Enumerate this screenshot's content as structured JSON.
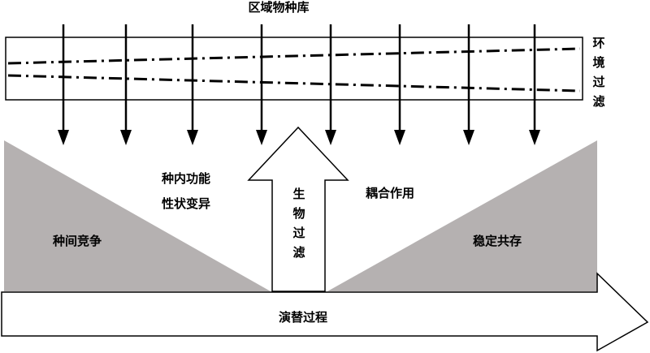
{
  "title": "区域物种库",
  "environment_filter": "环境过滤",
  "bio_filter": "生物过滤",
  "intraspecific_variation": [
    "种内功能",
    "性状变异"
  ],
  "coupling": "耦合作用",
  "interspecific_competition": "种间竞争",
  "stable_coexistence": "稳定共存",
  "succession": "演替过程",
  "colors": {
    "stroke": "#000000",
    "triangle_fill": "#b5b1b1",
    "background": "#ffffff"
  }
}
